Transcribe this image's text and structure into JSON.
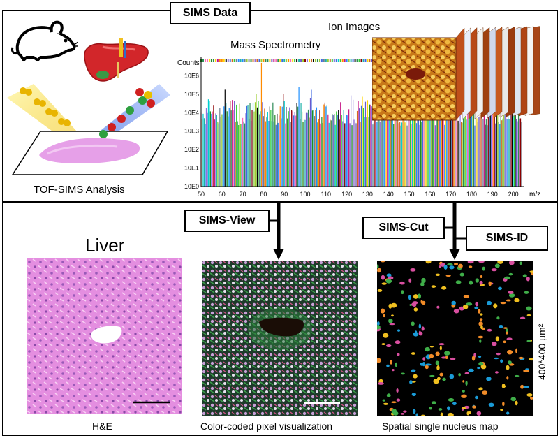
{
  "header": {
    "title": "SIMS Data"
  },
  "top": {
    "ion_images_label": "Ion Images",
    "mass_spec_label": "Mass Spectrometry",
    "tof_sims_label": "TOF-SIMS Analysis"
  },
  "chart_data": {
    "type": "bar",
    "ylabel": "Counts",
    "xlabel": "m/z",
    "y_ticks": [
      "10E0",
      "10E1",
      "10E2",
      "10E3",
      "10E4",
      "10E5",
      "10E6"
    ],
    "x_ticks": [
      "50",
      "60",
      "70",
      "80",
      "90",
      "100",
      "110",
      "120",
      "130",
      "140",
      "150",
      "160",
      "170",
      "180",
      "190",
      "200"
    ],
    "xlim": [
      50,
      205
    ],
    "ylim_log": [
      0,
      7
    ]
  },
  "workflow": {
    "sims_view": "SIMS-View",
    "sims_cut": "SIMS-Cut",
    "sims_id": "SIMS-ID"
  },
  "bottom": {
    "liver_title": "Liver",
    "he_caption": "H&E",
    "color_caption": "Color-coded pixel visualization",
    "nucleus_caption": "Spatial single nucleus map",
    "scale_label": "400*400 µm²"
  },
  "colors": {
    "he_pink": "#e48ee0",
    "black": "#000000",
    "rust": "#b5501a"
  }
}
